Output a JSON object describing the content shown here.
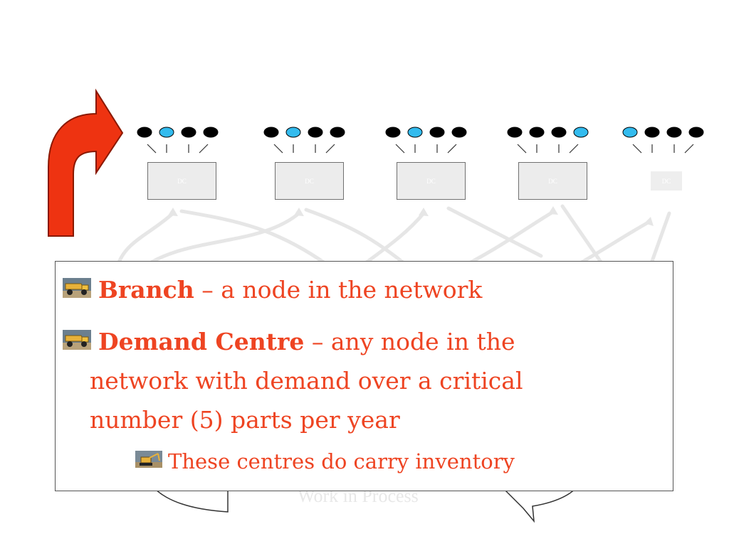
{
  "diagram": {
    "dc_label": "DC",
    "dc_count": 5,
    "node_colors": {
      "black": "#000000",
      "blue": "#33bbee"
    },
    "arrow_color": "#ee3311",
    "wip_label": "Work in Process",
    "groups": [
      [
        "black",
        "blue",
        "black",
        "black"
      ],
      [
        "black",
        "blue",
        "black",
        "black"
      ],
      [
        "black",
        "blue",
        "black",
        "black"
      ],
      [
        "black",
        "black",
        "black",
        "blue"
      ],
      [
        "blue",
        "black",
        "black",
        "black"
      ]
    ]
  },
  "callout": {
    "bullets": [
      {
        "icon": "haul-truck-icon",
        "term": "Branch",
        "sep": " – ",
        "text": "a node in the network"
      },
      {
        "icon": "haul-truck-icon",
        "term": "Demand Centre",
        "sep": " – ",
        "text": "any node in the",
        "continuation": [
          "network with demand over a critical",
          "number (5) parts per year"
        ]
      }
    ],
    "sub_bullet": {
      "icon": "excavator-icon",
      "text": "These centres do carry inventory"
    }
  }
}
